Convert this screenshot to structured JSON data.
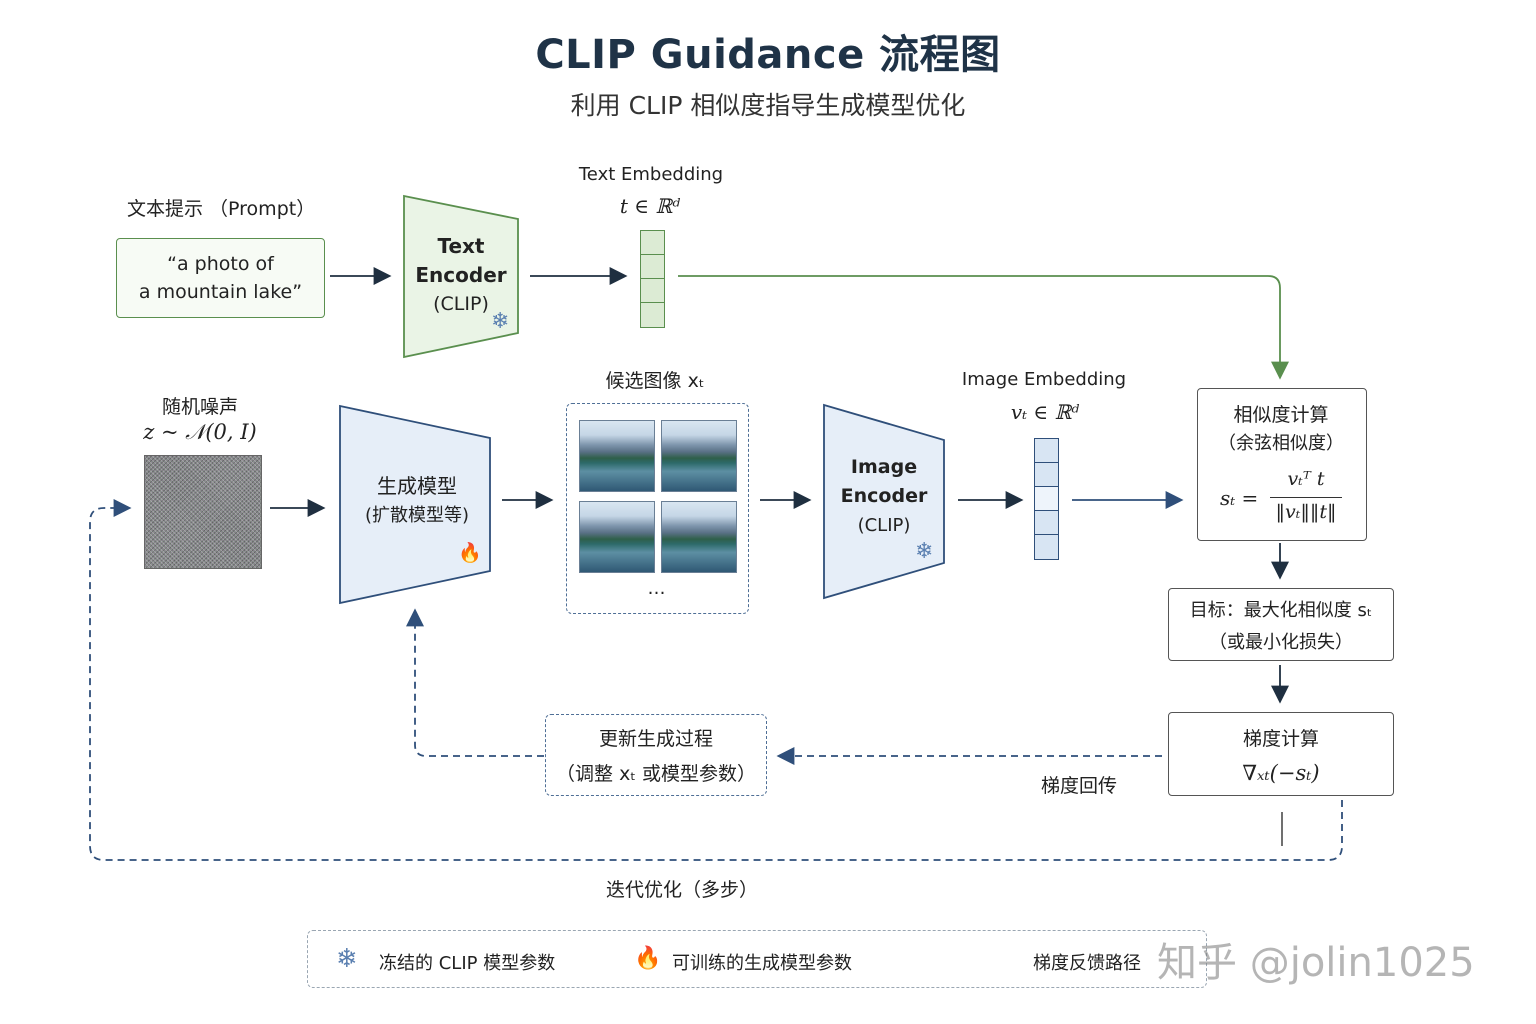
{
  "header": {
    "title": "CLIP Guidance 流程图",
    "subtitle": "利用 CLIP 相似度指导生成模型优化"
  },
  "prompt": {
    "label": "文本提示 （Prompt）",
    "line1": "“a photo of",
    "line2": "a mountain lake”"
  },
  "text_encoder": {
    "line1": "Text",
    "line2": "Encoder",
    "line3": "(CLIP)"
  },
  "text_embedding": {
    "label": "Text Embedding",
    "math": "t ∈ ℝᵈ"
  },
  "noise": {
    "label": "随机噪声",
    "math": "z ~ 𝒩(0, I)"
  },
  "generator": {
    "line1": "生成模型",
    "line2": "(扩散模型等)"
  },
  "candidates": {
    "label": "候选图像 xₜ",
    "ellipsis": "…"
  },
  "image_encoder": {
    "line1": "Image",
    "line2": "Encoder",
    "line3": "(CLIP)"
  },
  "image_embedding": {
    "label": "Image Embedding",
    "math": "vₜ ∈ ℝᵈ"
  },
  "similarity": {
    "title": "相似度计算",
    "subtitle": "（余弦相似度）",
    "lhs": "sₜ =",
    "numerator": "vₜᵀ t",
    "denominator": "‖vₜ‖‖t‖"
  },
  "objective": {
    "line1": "目标：最大化相似度 sₜ",
    "line2": "（或最小化损失）"
  },
  "gradient": {
    "title": "梯度计算",
    "formula": "∇ₓₜ(−sₜ)"
  },
  "update": {
    "line1": "更新生成过程",
    "line2": "（调整 xₜ 或模型参数）"
  },
  "backprop_label": "梯度回传",
  "iterate_label": "迭代优化（多步）",
  "legend": {
    "frozen": "冻结的 CLIP 模型参数",
    "trainable": "可训练的生成模型参数",
    "feedback": "梯度反馈路径"
  },
  "watermark": "知乎 @jolin1025",
  "icons": {
    "frozen": "snowflake-icon",
    "trainable": "fire-icon"
  },
  "colors": {
    "green": "#5a8f4e",
    "blue": "#2f4f7a",
    "dark": "#1f3347"
  }
}
